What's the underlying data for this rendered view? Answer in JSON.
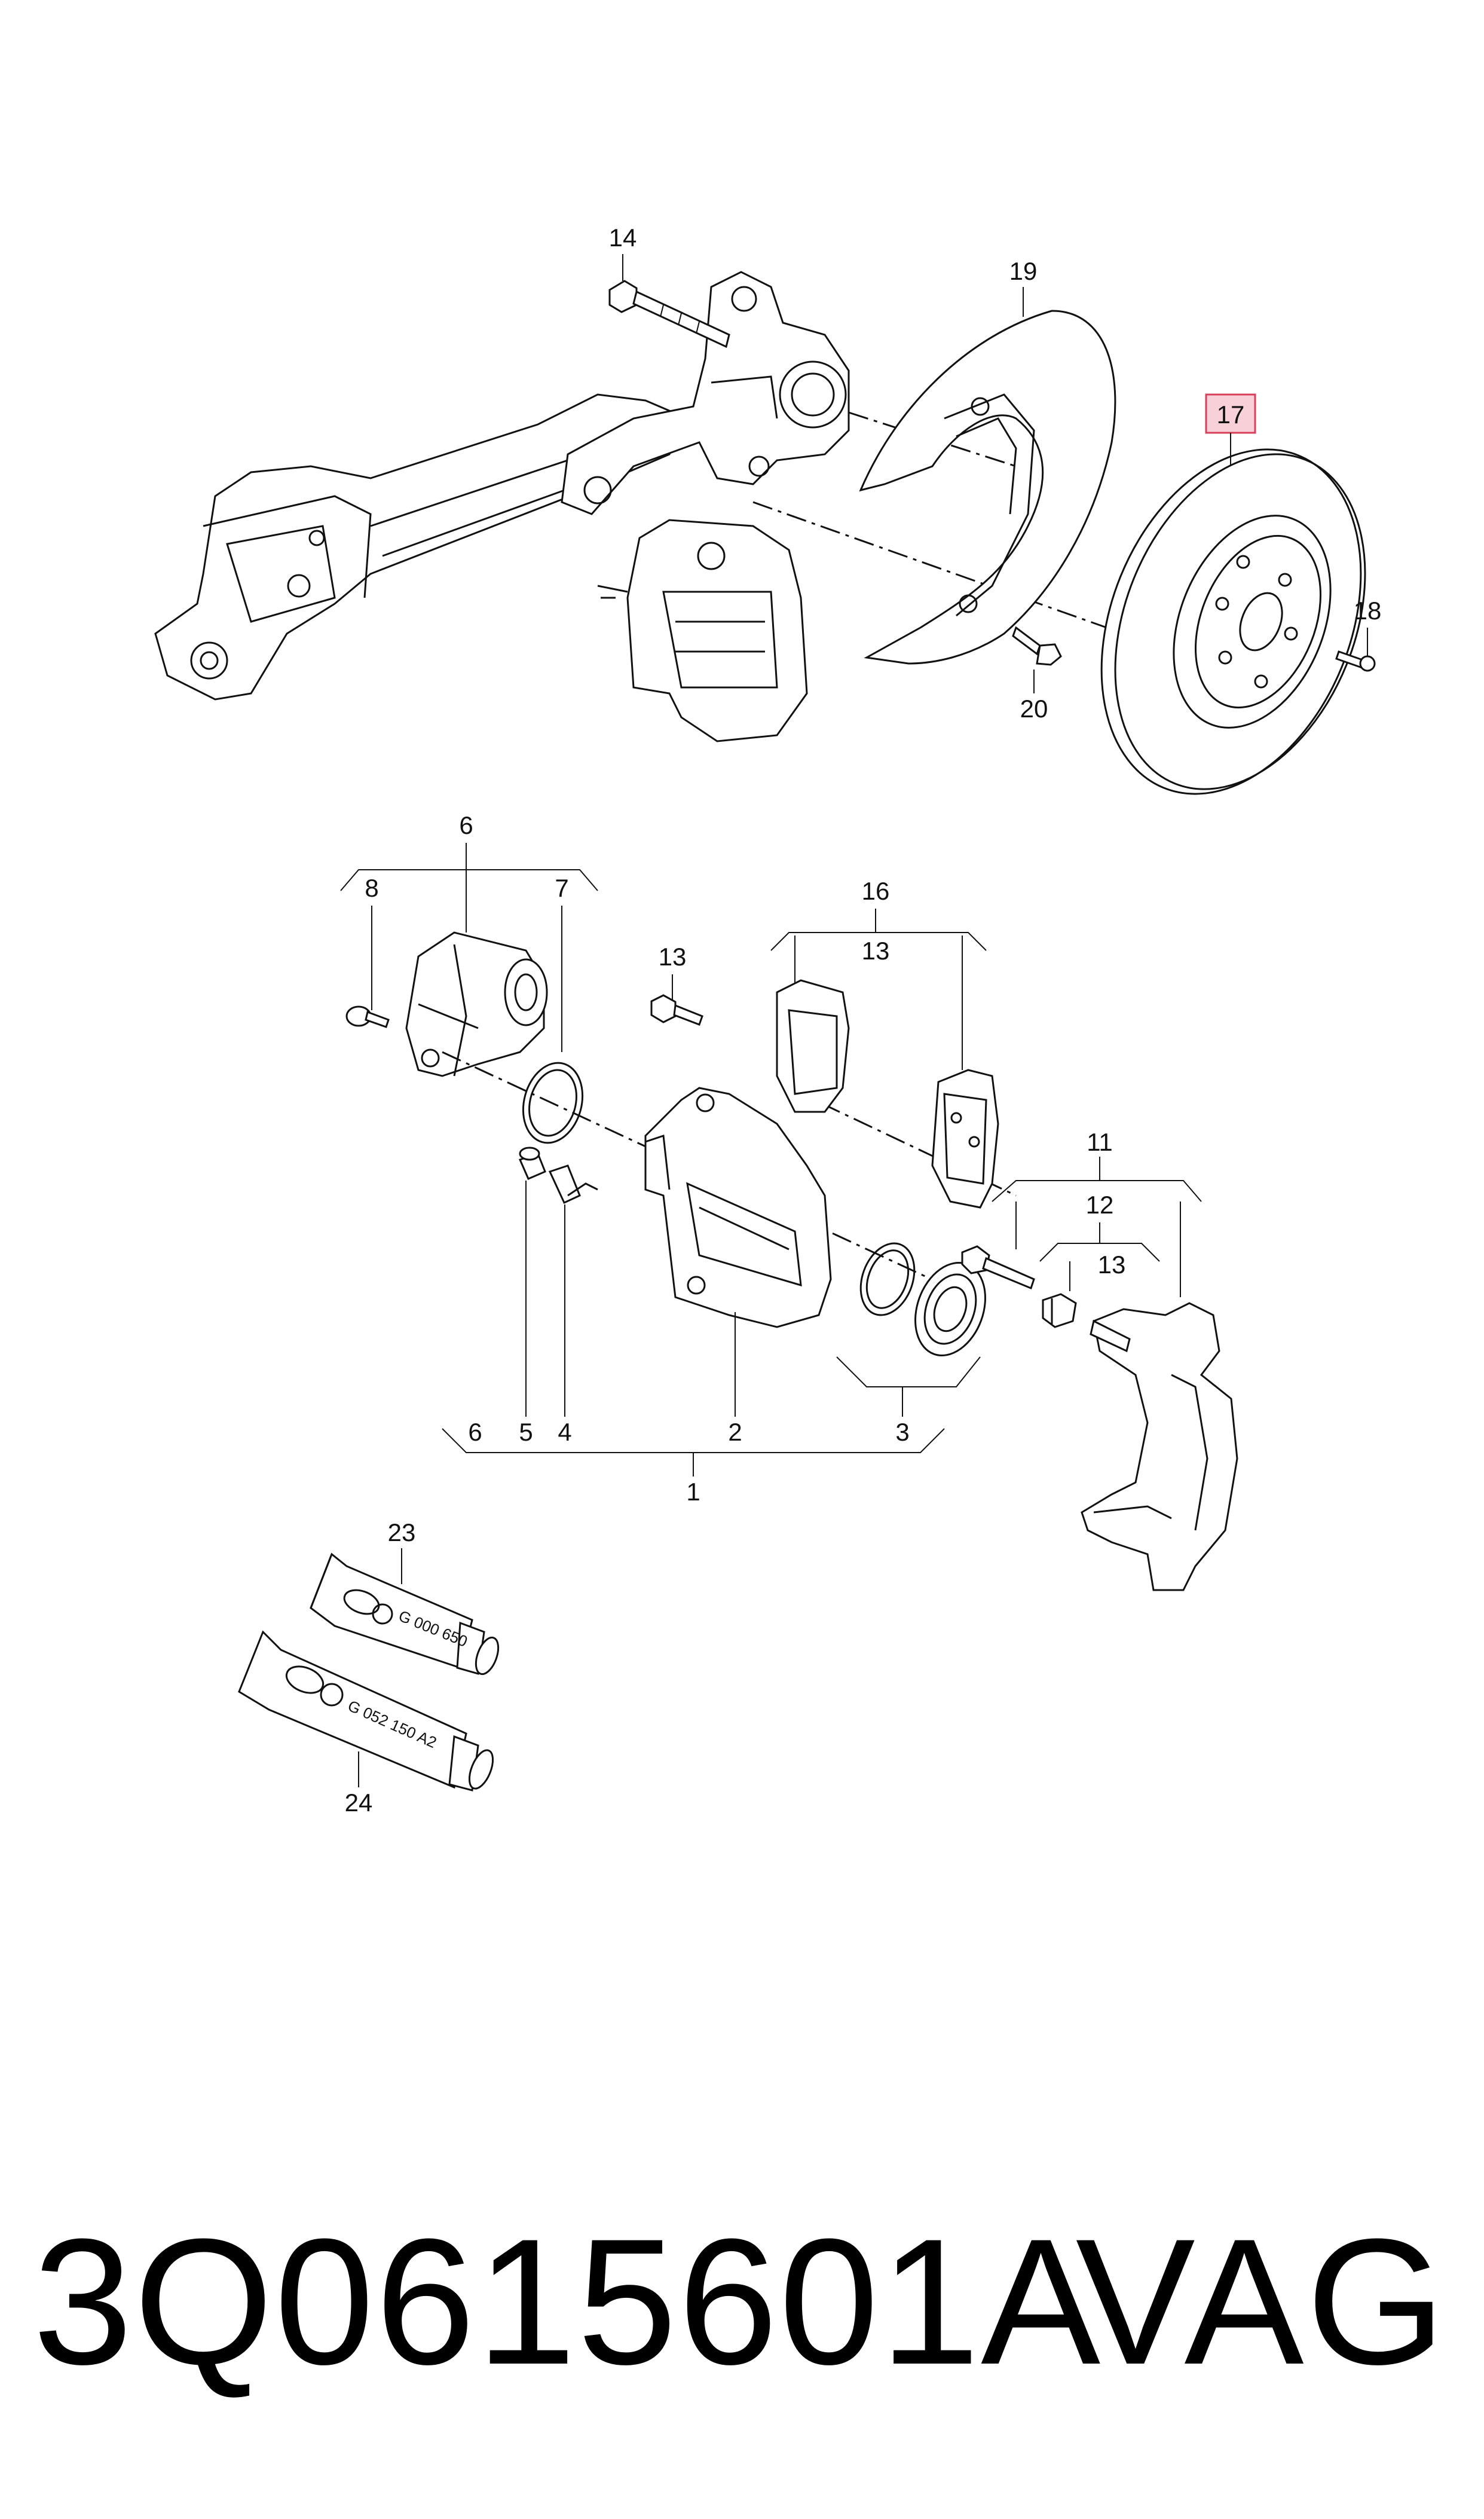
{
  "callouts": {
    "c1": "1",
    "c2": "2",
    "c3": "3",
    "c4": "4",
    "c5": "5",
    "c6a": "6",
    "c6b": "6",
    "c7": "7",
    "c8": "8",
    "c11": "11",
    "c12": "12",
    "c13a": "13",
    "c13b": "13",
    "c13c": "13",
    "c14": "14",
    "c16": "16",
    "c17": "17",
    "c18": "18",
    "c19": "19",
    "c20": "20",
    "c23": "23",
    "c24": "24"
  },
  "tubes": {
    "t23": "G 000 650",
    "t24": "G 052 150 A2"
  },
  "footer": {
    "part_number": "3Q0615601A",
    "brand": "VAG"
  },
  "colors": {
    "line": "#111111",
    "highlight_fill": "#f8d0d8",
    "highlight_border": "#d8405a"
  }
}
